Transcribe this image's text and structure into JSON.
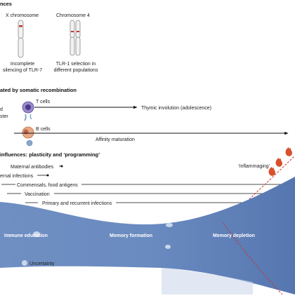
{
  "sections": {
    "genetic_title": "nces",
    "somatic_title": "ated by somatic recombination",
    "environment_title": "influences: plasticity and ‘programming’"
  },
  "genetic": {
    "x_chromosome_label": "X chromosome",
    "chromosome4_label": "Chromosome 4",
    "x_note_line1": "Incomplete",
    "x_note_line2": "silencing of TLR-7",
    "c4_note_line1": "TLR-1 selection in",
    "c4_note_line2": "different populations"
  },
  "somatic": {
    "left_fragment_1": "d",
    "left_fragment_2": "ster",
    "t_cells": "T cells",
    "thymic_involution": "Thymic involution (adolescence)",
    "b_cells": "B cells",
    "affinity_maturation": "Affinity maturation"
  },
  "influences": [
    "Maternal antibodies",
    "ernal infections",
    "Commensals, food antigens",
    "Vaccination",
    "Primary and recurrent infections"
  ],
  "inflammaging": "‘Inflammaging’",
  "phases": [
    "Immune education",
    "Memory formation",
    "Memory depletion"
  ],
  "legend": {
    "uncertainty": "Uncertainty"
  },
  "colors": {
    "band": "#5b7fb8",
    "band_light": "#c9d6ea",
    "inflammaging_line": "#c8352b",
    "flame": "#d9502c",
    "t_cell": "#6e5aa8",
    "b_cell": "#d9936a",
    "chromosome_mark": "#c8352b"
  },
  "icons": [
    "fire-icon",
    "t-cell-icon",
    "b-cell-icon",
    "x-chromosome-icon",
    "chromosome-4-icon"
  ]
}
